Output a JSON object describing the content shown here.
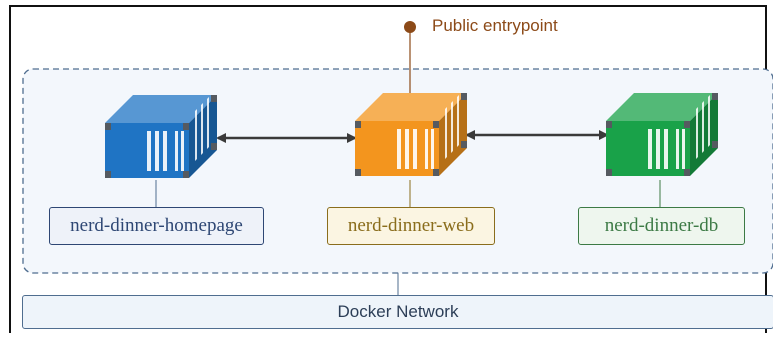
{
  "entrypoint": {
    "label": "Public entrypoint"
  },
  "containers": [
    {
      "name": "nerd-dinner-homepage",
      "color": "#1f74c4"
    },
    {
      "name": "nerd-dinner-web",
      "color": "#f3951e"
    },
    {
      "name": "nerd-dinner-db",
      "color": "#19a249"
    }
  ],
  "network": {
    "label": "Docker Network"
  },
  "colors": {
    "network_zone_border": "#4f6d8f",
    "network_zone_fill": "#f3f7fc",
    "arrow": "#3a3a3a",
    "entrypoint": "#8c4a18"
  }
}
